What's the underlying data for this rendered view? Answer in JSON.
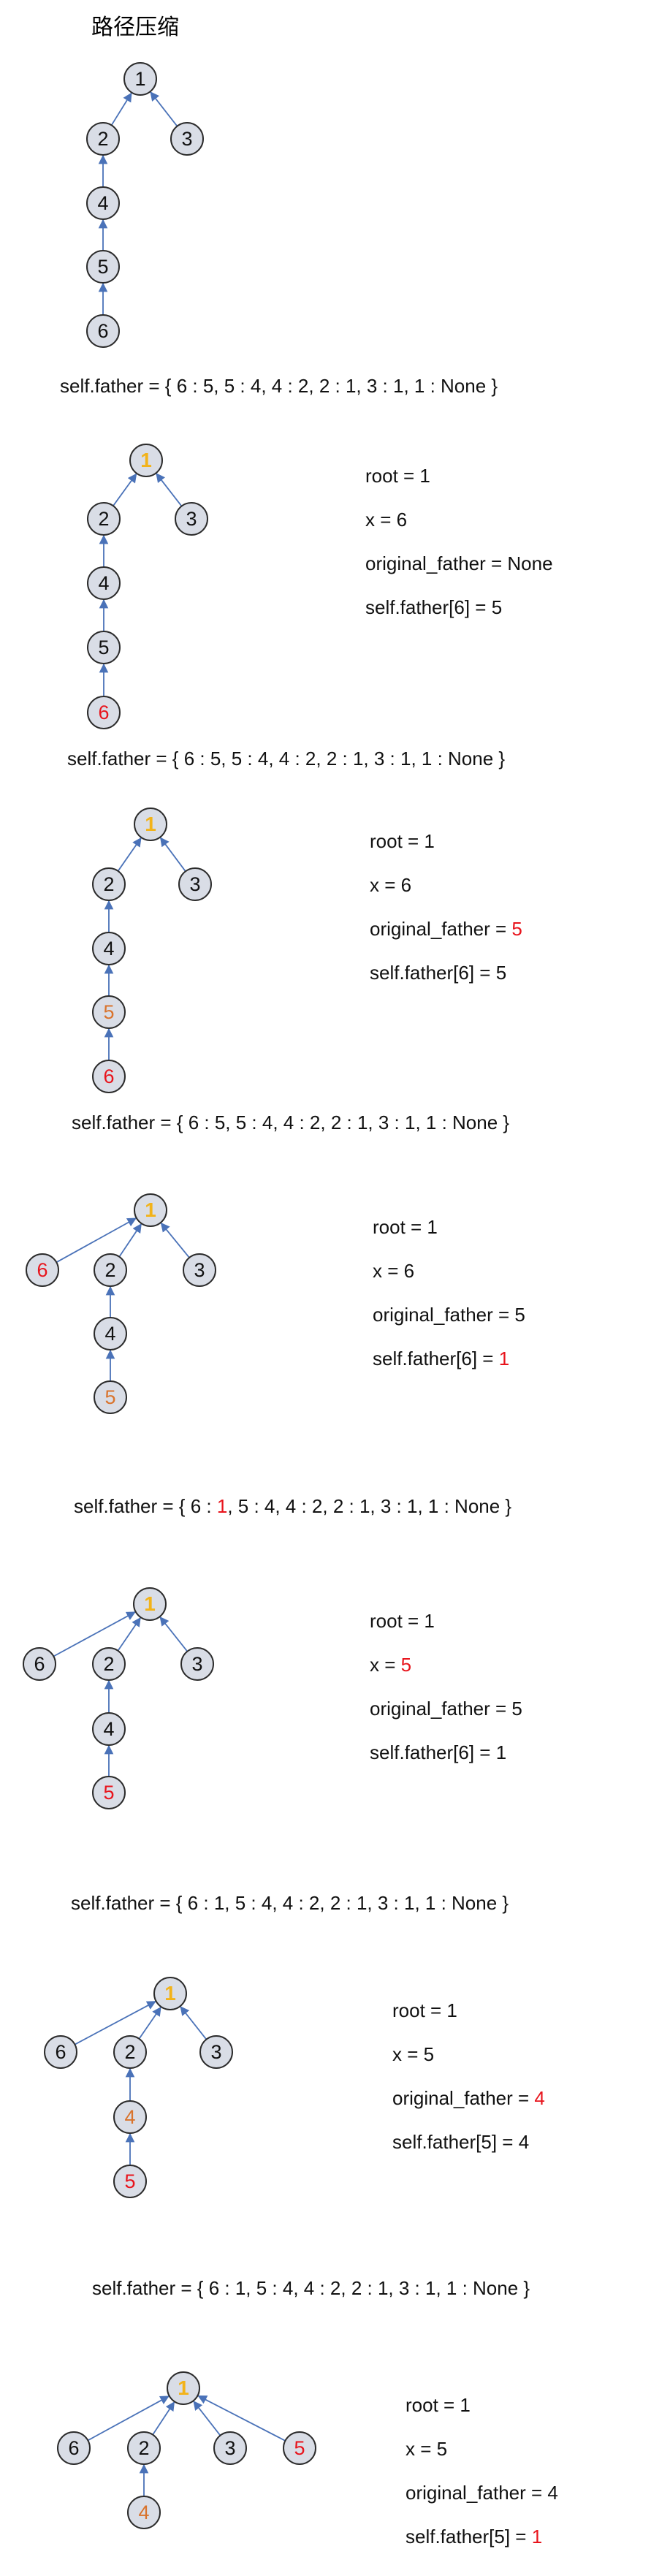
{
  "title": "路径压缩",
  "colors": {
    "node_fill": "#d9dde6",
    "node_stroke": "#2b2b2b",
    "edge": "#4a72b8",
    "text": "#111111",
    "highlight_red": "#e8141c",
    "highlight_orange": "#d9732c",
    "root_gold": "#f2b31a"
  },
  "steps": [
    {
      "id": "step1",
      "nodes": [
        {
          "id": "1",
          "label": "1",
          "color": "text"
        },
        {
          "id": "2",
          "label": "2",
          "color": "text"
        },
        {
          "id": "3",
          "label": "3",
          "color": "text"
        },
        {
          "id": "4",
          "label": "4",
          "color": "text"
        },
        {
          "id": "5",
          "label": "5",
          "color": "text"
        },
        {
          "id": "6",
          "label": "6",
          "color": "text"
        }
      ],
      "edges": [
        [
          "2",
          "1"
        ],
        [
          "3",
          "1"
        ],
        [
          "4",
          "2"
        ],
        [
          "5",
          "4"
        ],
        [
          "6",
          "5"
        ]
      ],
      "vars": [],
      "father": [
        {
          "t": "self.father = { 6 : 5, 5 : 4, 4 : 2, 2 : 1, 3 : 1, 1 : None }",
          "c": "text"
        }
      ]
    },
    {
      "id": "step2",
      "nodes": [
        {
          "id": "1",
          "label": "1",
          "color": "root_gold",
          "root": true
        },
        {
          "id": "2",
          "label": "2",
          "color": "text"
        },
        {
          "id": "3",
          "label": "3",
          "color": "text"
        },
        {
          "id": "4",
          "label": "4",
          "color": "text"
        },
        {
          "id": "5",
          "label": "5",
          "color": "text"
        },
        {
          "id": "6",
          "label": "6",
          "color": "highlight_red"
        }
      ],
      "edges": [
        [
          "2",
          "1"
        ],
        [
          "3",
          "1"
        ],
        [
          "4",
          "2"
        ],
        [
          "5",
          "4"
        ],
        [
          "6",
          "5"
        ]
      ],
      "vars": [
        [
          {
            "t": "root = 1",
            "c": "text"
          }
        ],
        [
          {
            "t": "x = 6",
            "c": "text"
          }
        ],
        [
          {
            "t": "original_father = None",
            "c": "text"
          }
        ],
        [
          {
            "t": "self.father[6]  = 5",
            "c": "text"
          }
        ]
      ],
      "father": [
        {
          "t": "self.father = { 6 : 5, 5 : 4, 4 : 2, 2 : 1, 3 : 1, 1 : None }",
          "c": "text"
        }
      ]
    },
    {
      "id": "step3",
      "nodes": [
        {
          "id": "1",
          "label": "1",
          "color": "root_gold",
          "root": true
        },
        {
          "id": "2",
          "label": "2",
          "color": "text"
        },
        {
          "id": "3",
          "label": "3",
          "color": "text"
        },
        {
          "id": "4",
          "label": "4",
          "color": "text"
        },
        {
          "id": "5",
          "label": "5",
          "color": "highlight_orange"
        },
        {
          "id": "6",
          "label": "6",
          "color": "highlight_red"
        }
      ],
      "edges": [
        [
          "2",
          "1"
        ],
        [
          "3",
          "1"
        ],
        [
          "4",
          "2"
        ],
        [
          "5",
          "4"
        ],
        [
          "6",
          "5"
        ]
      ],
      "vars": [
        [
          {
            "t": "root = 1",
            "c": "text"
          }
        ],
        [
          {
            "t": "x = 6",
            "c": "text"
          }
        ],
        [
          {
            "t": "original_father = ",
            "c": "text"
          },
          {
            "t": "5",
            "c": "highlight_red"
          }
        ],
        [
          {
            "t": "self.father[6]  = 5",
            "c": "text"
          }
        ]
      ],
      "father": [
        {
          "t": "self.father = { 6 : 5, 5 : 4, 4 : 2, 2 : 1, 3 : 1, 1 : None }",
          "c": "text"
        }
      ]
    },
    {
      "id": "step4",
      "nodes": [
        {
          "id": "1",
          "label": "1",
          "color": "root_gold",
          "root": true
        },
        {
          "id": "6",
          "label": "6",
          "color": "highlight_red"
        },
        {
          "id": "2",
          "label": "2",
          "color": "text"
        },
        {
          "id": "3",
          "label": "3",
          "color": "text"
        },
        {
          "id": "4",
          "label": "4",
          "color": "text"
        },
        {
          "id": "5",
          "label": "5",
          "color": "highlight_orange"
        }
      ],
      "edges": [
        [
          "6",
          "1"
        ],
        [
          "2",
          "1"
        ],
        [
          "3",
          "1"
        ],
        [
          "4",
          "2"
        ],
        [
          "5",
          "4"
        ]
      ],
      "vars": [
        [
          {
            "t": "root = 1",
            "c": "text"
          }
        ],
        [
          {
            "t": "x = 6",
            "c": "text"
          }
        ],
        [
          {
            "t": "original_father = 5",
            "c": "text"
          }
        ],
        [
          {
            "t": "self.father[6]  = ",
            "c": "text"
          },
          {
            "t": "1",
            "c": "highlight_red"
          }
        ]
      ],
      "father": [
        {
          "t": "self.father = { 6 : ",
          "c": "text"
        },
        {
          "t": "1",
          "c": "highlight_red"
        },
        {
          "t": ", 5 : 4, 4 : 2, 2 : 1, 3 : 1, 1 : None }",
          "c": "text"
        }
      ]
    },
    {
      "id": "step5",
      "nodes": [
        {
          "id": "1",
          "label": "1",
          "color": "root_gold",
          "root": true
        },
        {
          "id": "6",
          "label": "6",
          "color": "text"
        },
        {
          "id": "2",
          "label": "2",
          "color": "text"
        },
        {
          "id": "3",
          "label": "3",
          "color": "text"
        },
        {
          "id": "4",
          "label": "4",
          "color": "text"
        },
        {
          "id": "5",
          "label": "5",
          "color": "highlight_red"
        }
      ],
      "edges": [
        [
          "6",
          "1"
        ],
        [
          "2",
          "1"
        ],
        [
          "3",
          "1"
        ],
        [
          "4",
          "2"
        ],
        [
          "5",
          "4"
        ]
      ],
      "vars": [
        [
          {
            "t": "root = 1",
            "c": "text"
          }
        ],
        [
          {
            "t": "x = ",
            "c": "text"
          },
          {
            "t": "5",
            "c": "highlight_red"
          }
        ],
        [
          {
            "t": "original_father = 5",
            "c": "text"
          }
        ],
        [
          {
            "t": "self.father[6]  = 1",
            "c": "text"
          }
        ]
      ],
      "father": [
        {
          "t": "self.father = { 6 : 1, 5 : 4, 4 : 2, 2 : 1, 3 : 1, 1 : None }",
          "c": "text"
        }
      ]
    },
    {
      "id": "step6",
      "nodes": [
        {
          "id": "1",
          "label": "1",
          "color": "root_gold",
          "root": true
        },
        {
          "id": "6",
          "label": "6",
          "color": "text"
        },
        {
          "id": "2",
          "label": "2",
          "color": "text"
        },
        {
          "id": "3",
          "label": "3",
          "color": "text"
        },
        {
          "id": "4",
          "label": "4",
          "color": "highlight_orange"
        },
        {
          "id": "5",
          "label": "5",
          "color": "highlight_red"
        }
      ],
      "edges": [
        [
          "6",
          "1"
        ],
        [
          "2",
          "1"
        ],
        [
          "3",
          "1"
        ],
        [
          "4",
          "2"
        ],
        [
          "5",
          "4"
        ]
      ],
      "vars": [
        [
          {
            "t": "root = 1",
            "c": "text"
          }
        ],
        [
          {
            "t": "x = 5",
            "c": "text"
          }
        ],
        [
          {
            "t": "original_father = ",
            "c": "text"
          },
          {
            "t": "4",
            "c": "highlight_red"
          }
        ],
        [
          {
            "t": "self.father[5]  = 4",
            "c": "text"
          }
        ]
      ],
      "father": [
        {
          "t": "self.father = { 6 : 1, 5 : 4, 4 : 2, 2 : 1, 3 : 1, 1 : None }",
          "c": "text"
        }
      ]
    },
    {
      "id": "step7",
      "nodes": [
        {
          "id": "1",
          "label": "1",
          "color": "root_gold",
          "root": true
        },
        {
          "id": "6",
          "label": "6",
          "color": "text"
        },
        {
          "id": "2",
          "label": "2",
          "color": "text"
        },
        {
          "id": "3",
          "label": "3",
          "color": "text"
        },
        {
          "id": "5",
          "label": "5",
          "color": "highlight_red"
        },
        {
          "id": "4",
          "label": "4",
          "color": "highlight_orange"
        }
      ],
      "edges": [
        [
          "6",
          "1"
        ],
        [
          "2",
          "1"
        ],
        [
          "3",
          "1"
        ],
        [
          "5",
          "1"
        ],
        [
          "4",
          "2"
        ]
      ],
      "vars": [
        [
          {
            "t": "root = 1",
            "c": "text"
          }
        ],
        [
          {
            "t": "x = 5",
            "c": "text"
          }
        ],
        [
          {
            "t": "original_father = 4",
            "c": "text"
          }
        ],
        [
          {
            "t": "self.father[5]  = ",
            "c": "text"
          },
          {
            "t": "1",
            "c": "highlight_red"
          }
        ]
      ],
      "father": []
    }
  ]
}
